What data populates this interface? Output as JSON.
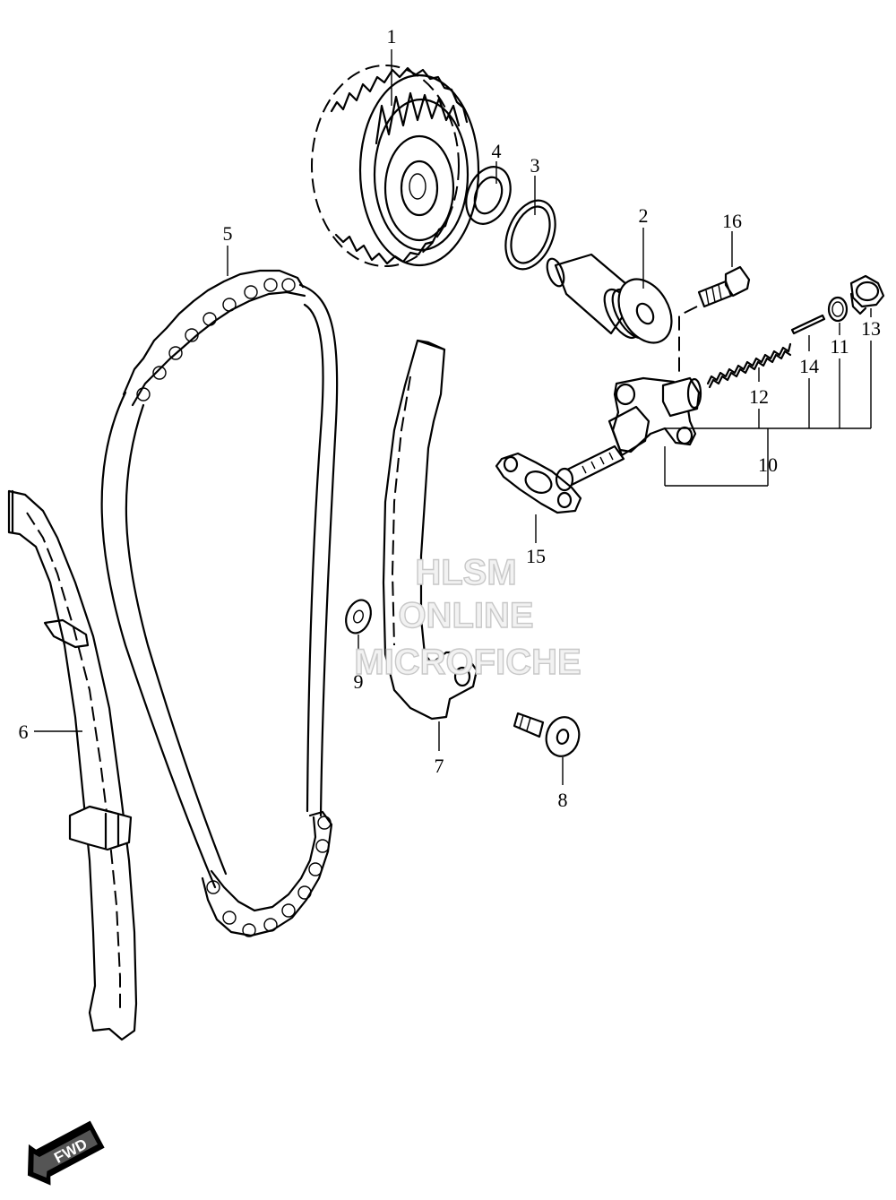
{
  "callouts": [
    {
      "id": "1",
      "label": "1"
    },
    {
      "id": "2",
      "label": "2"
    },
    {
      "id": "3",
      "label": "3"
    },
    {
      "id": "4",
      "label": "4"
    },
    {
      "id": "5",
      "label": "5"
    },
    {
      "id": "6",
      "label": "6"
    },
    {
      "id": "7",
      "label": "7"
    },
    {
      "id": "8",
      "label": "8"
    },
    {
      "id": "9",
      "label": "9"
    },
    {
      "id": "10",
      "label": "10"
    },
    {
      "id": "11",
      "label": "11"
    },
    {
      "id": "12",
      "label": "12"
    },
    {
      "id": "13",
      "label": "13"
    },
    {
      "id": "14",
      "label": "14"
    },
    {
      "id": "15",
      "label": "15"
    },
    {
      "id": "16",
      "label": "16"
    }
  ],
  "watermark": {
    "line1": "HLSM",
    "line2": "ONLINE",
    "line3": "MICROFICHE"
  },
  "fwd_badge": {
    "label": "FWD"
  }
}
